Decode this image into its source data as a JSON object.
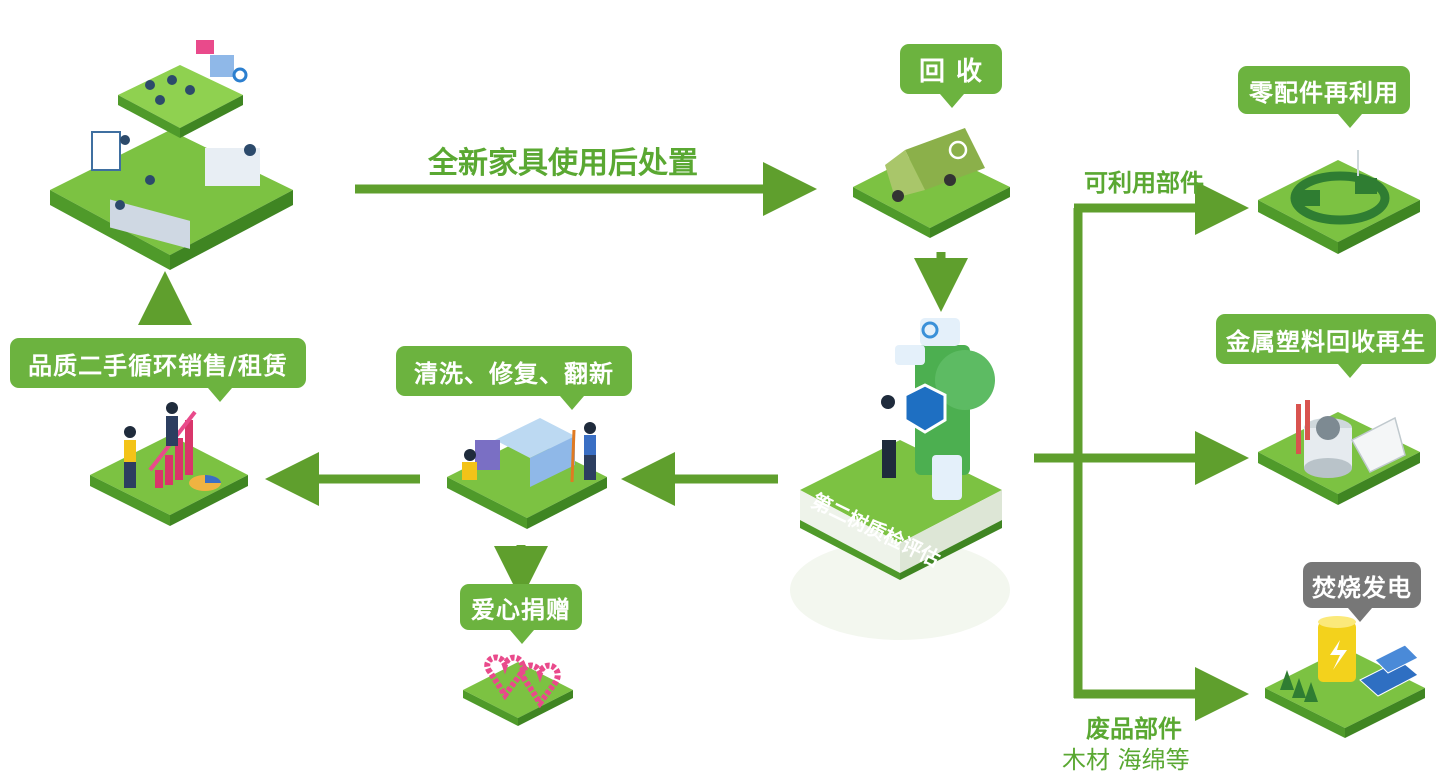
{
  "flow": {
    "disposal_label": "全新家具使用后处置",
    "recycle": "回 收",
    "assessment": "第二树质检评估",
    "usable_parts": "可利用部件",
    "waste_parts": "废品部件",
    "waste_examples": "木材 海绵等",
    "parts_reuse": "零配件再利用",
    "metal_plastic": "金属塑料回收再生",
    "incineration": "焚烧发电",
    "clean_repair": "清洗、修复、翻新",
    "sale_rental": "品质二手循环销售/租赁",
    "donation": "爱心捐赠"
  },
  "colors": {
    "brand_green": "#6cb33f",
    "arrow_green": "#5f9f2d",
    "platform_green": "#7cc242",
    "platform_side": "#4f9a2a",
    "gray_callout": "#777777"
  },
  "icons": [
    "office-scene-icon",
    "recycle-truck-icon",
    "inspection-person-icon",
    "repair-scene-icon",
    "sales-chart-icon",
    "heart-blocks-icon",
    "gears-reuse-icon",
    "recycle-plant-icon",
    "battery-solar-icon"
  ]
}
